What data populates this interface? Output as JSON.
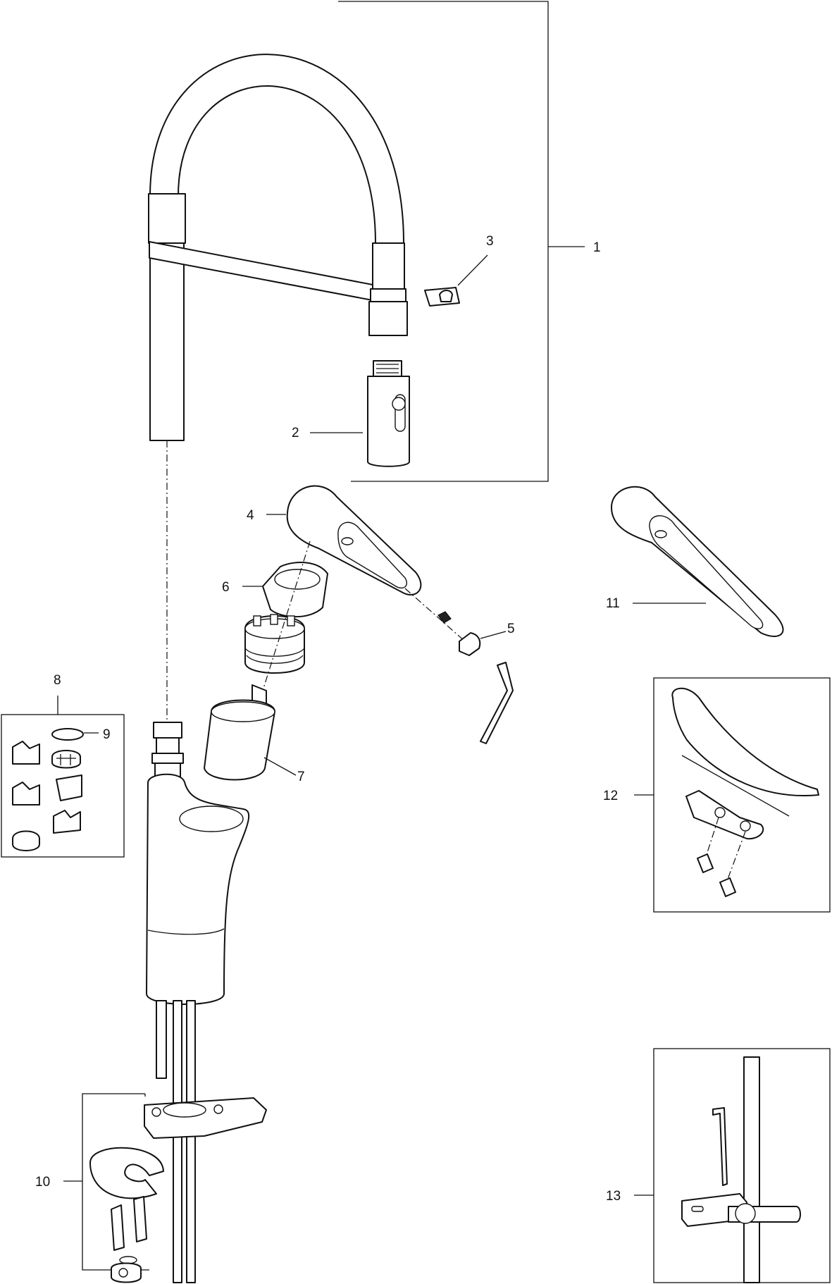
{
  "diagram": {
    "labels": [
      "1",
      "2",
      "3",
      "4",
      "5",
      "6",
      "7",
      "8",
      "9",
      "10",
      "11",
      "12",
      "13"
    ],
    "parts": [
      {
        "id": "1",
        "icon": "faucet-spout-hose-icon"
      },
      {
        "id": "2",
        "icon": "spray-head-icon"
      },
      {
        "id": "3",
        "icon": "hose-clip-icon"
      },
      {
        "id": "4",
        "icon": "lever-handle-icon"
      },
      {
        "id": "5",
        "icon": "set-screw-cap-icon"
      },
      {
        "id": "6",
        "icon": "cap-ring-icon"
      },
      {
        "id": "7",
        "icon": "cartridge-icon"
      },
      {
        "id": "8",
        "icon": "clip-set-icon"
      },
      {
        "id": "9",
        "icon": "o-ring-icon"
      },
      {
        "id": "10",
        "icon": "mounting-kit-icon"
      },
      {
        "id": "11",
        "icon": "alternate-handle-icon"
      },
      {
        "id": "12",
        "icon": "handle-kit-icon"
      },
      {
        "id": "13",
        "icon": "rod-assembly-icon"
      }
    ]
  }
}
